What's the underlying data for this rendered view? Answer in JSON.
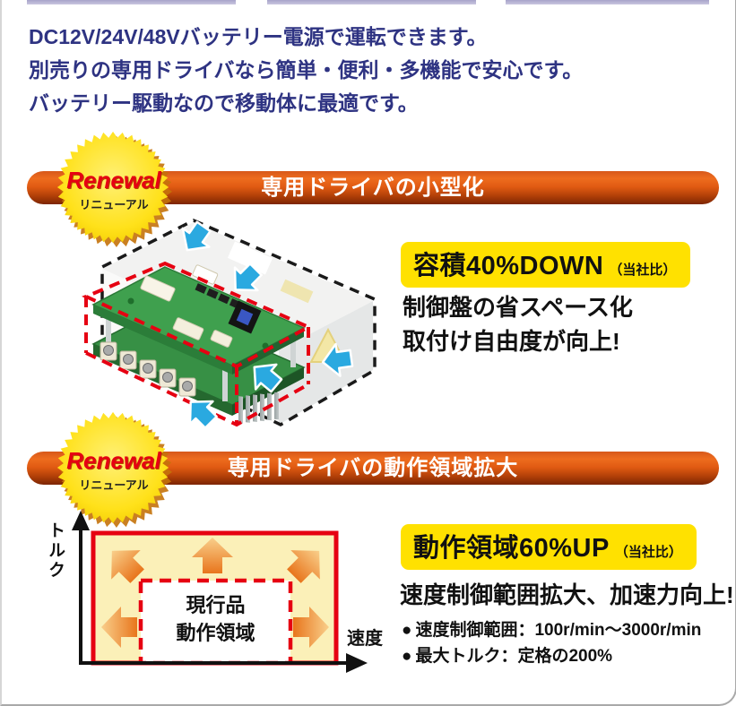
{
  "intro_lines": [
    "DC12V/24V/48Vバッテリー電源で運転できます。",
    "別売りの専用ドライバなら簡単・便利・多機能で安心です。",
    "バッテリー駆動なので移動体に最適です。"
  ],
  "sections": [
    {
      "badge_title": "Renewal",
      "badge_subtitle": "リニューアル",
      "banner_title": "専用ドライバの小型化",
      "highlight_main": "容積40%DOWN",
      "highlight_note": "（当社比）",
      "body_line1": "制御盤の省スペース化",
      "body_line2": "取付け自由度が向上!"
    },
    {
      "badge_title": "Renewal",
      "badge_subtitle": "リニューアル",
      "banner_title": "専用ドライバの動作領域拡大",
      "highlight_main": "動作領域60%UP",
      "highlight_note": "（当社比）",
      "lead": "速度制御範囲拡大、加速力向上!",
      "bullet_glyph": "●",
      "bullets": [
        "速度制御範囲：100r/min～3000r/min",
        "最大トルク：定格の200%"
      ]
    }
  ],
  "chart_data": {
    "type": "area",
    "title": "専用ドライバの動作領域拡大",
    "xlabel": "速度",
    "ylabel": "トルク",
    "annotations": [
      "現行品",
      "動作領域"
    ],
    "legend_position": "none",
    "description_visible_elements": {
      "outer_region": "赤実線の拡大動作領域（薄黄色塗り）",
      "inner_region": "赤破線の現行品動作領域（白）",
      "expansion_arrows": 5
    }
  },
  "colors": {
    "intro_text": "#2e3382",
    "banner_orange_top": "#ee6c1e",
    "banner_orange_bottom": "#7c2503",
    "starburst_yellow": "#ffe11a",
    "renewal_red": "#e60012",
    "highlight_yellow": "#ffe100",
    "chart_red": "#e60012",
    "chart_fill": "#fbf0b8",
    "expansion_arrow_orange": "#e8751c",
    "pcb_green": "#3fa04e",
    "shrink_arrow_blue": "#2aa9e0"
  }
}
